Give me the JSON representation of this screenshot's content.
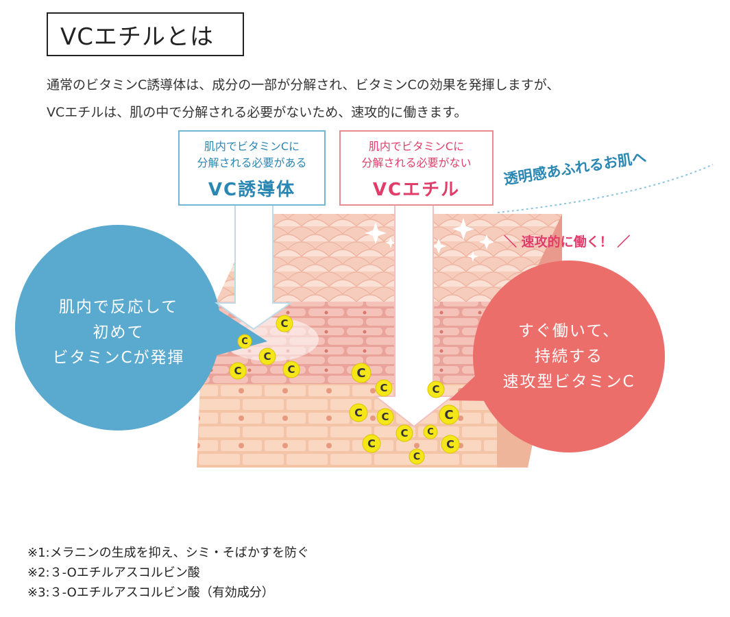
{
  "title": "VCエチルとは",
  "intro": [
    "通常のビタミンC誘導体は、成分の一部が分解され、ビタミンCの効果を発揮しますが、",
    "VCエチルは、肌の中で分解される必要がないため、速攻的に働きます。"
  ],
  "left_label": {
    "line1": "肌内でビタミンCに",
    "line2": "分解される必要がある",
    "name": "VC誘導体"
  },
  "right_label": {
    "line1": "肌内でビタミンCに",
    "line2": "分解される必要がない",
    "name": "VCエチル"
  },
  "tagline_blue": "透明感あふれるお肌へ",
  "tagline_red": "＼ 速攻的に働く！ ／",
  "left_bubble": [
    "肌内で反応して",
    "初めて",
    "ビタミンCが発揮"
  ],
  "right_bubble": [
    "すぐ働いて、",
    "持続する",
    "速攻型ビタミンC"
  ],
  "vitamin_symbol": "C",
  "notes": [
    "※1:メラニンの生成を抑え、シミ・そばかすを防ぐ",
    "※2:３-Oエチルアスコルビン酸",
    "※3:３-Oエチルアスコルビン酸（有効成分）"
  ],
  "colors": {
    "blue": "#5aa9cf",
    "red": "#ec6e6a",
    "blue_text": "#2a86b2",
    "red_text": "#e13d6a",
    "vitamin": "#f5e61a"
  }
}
